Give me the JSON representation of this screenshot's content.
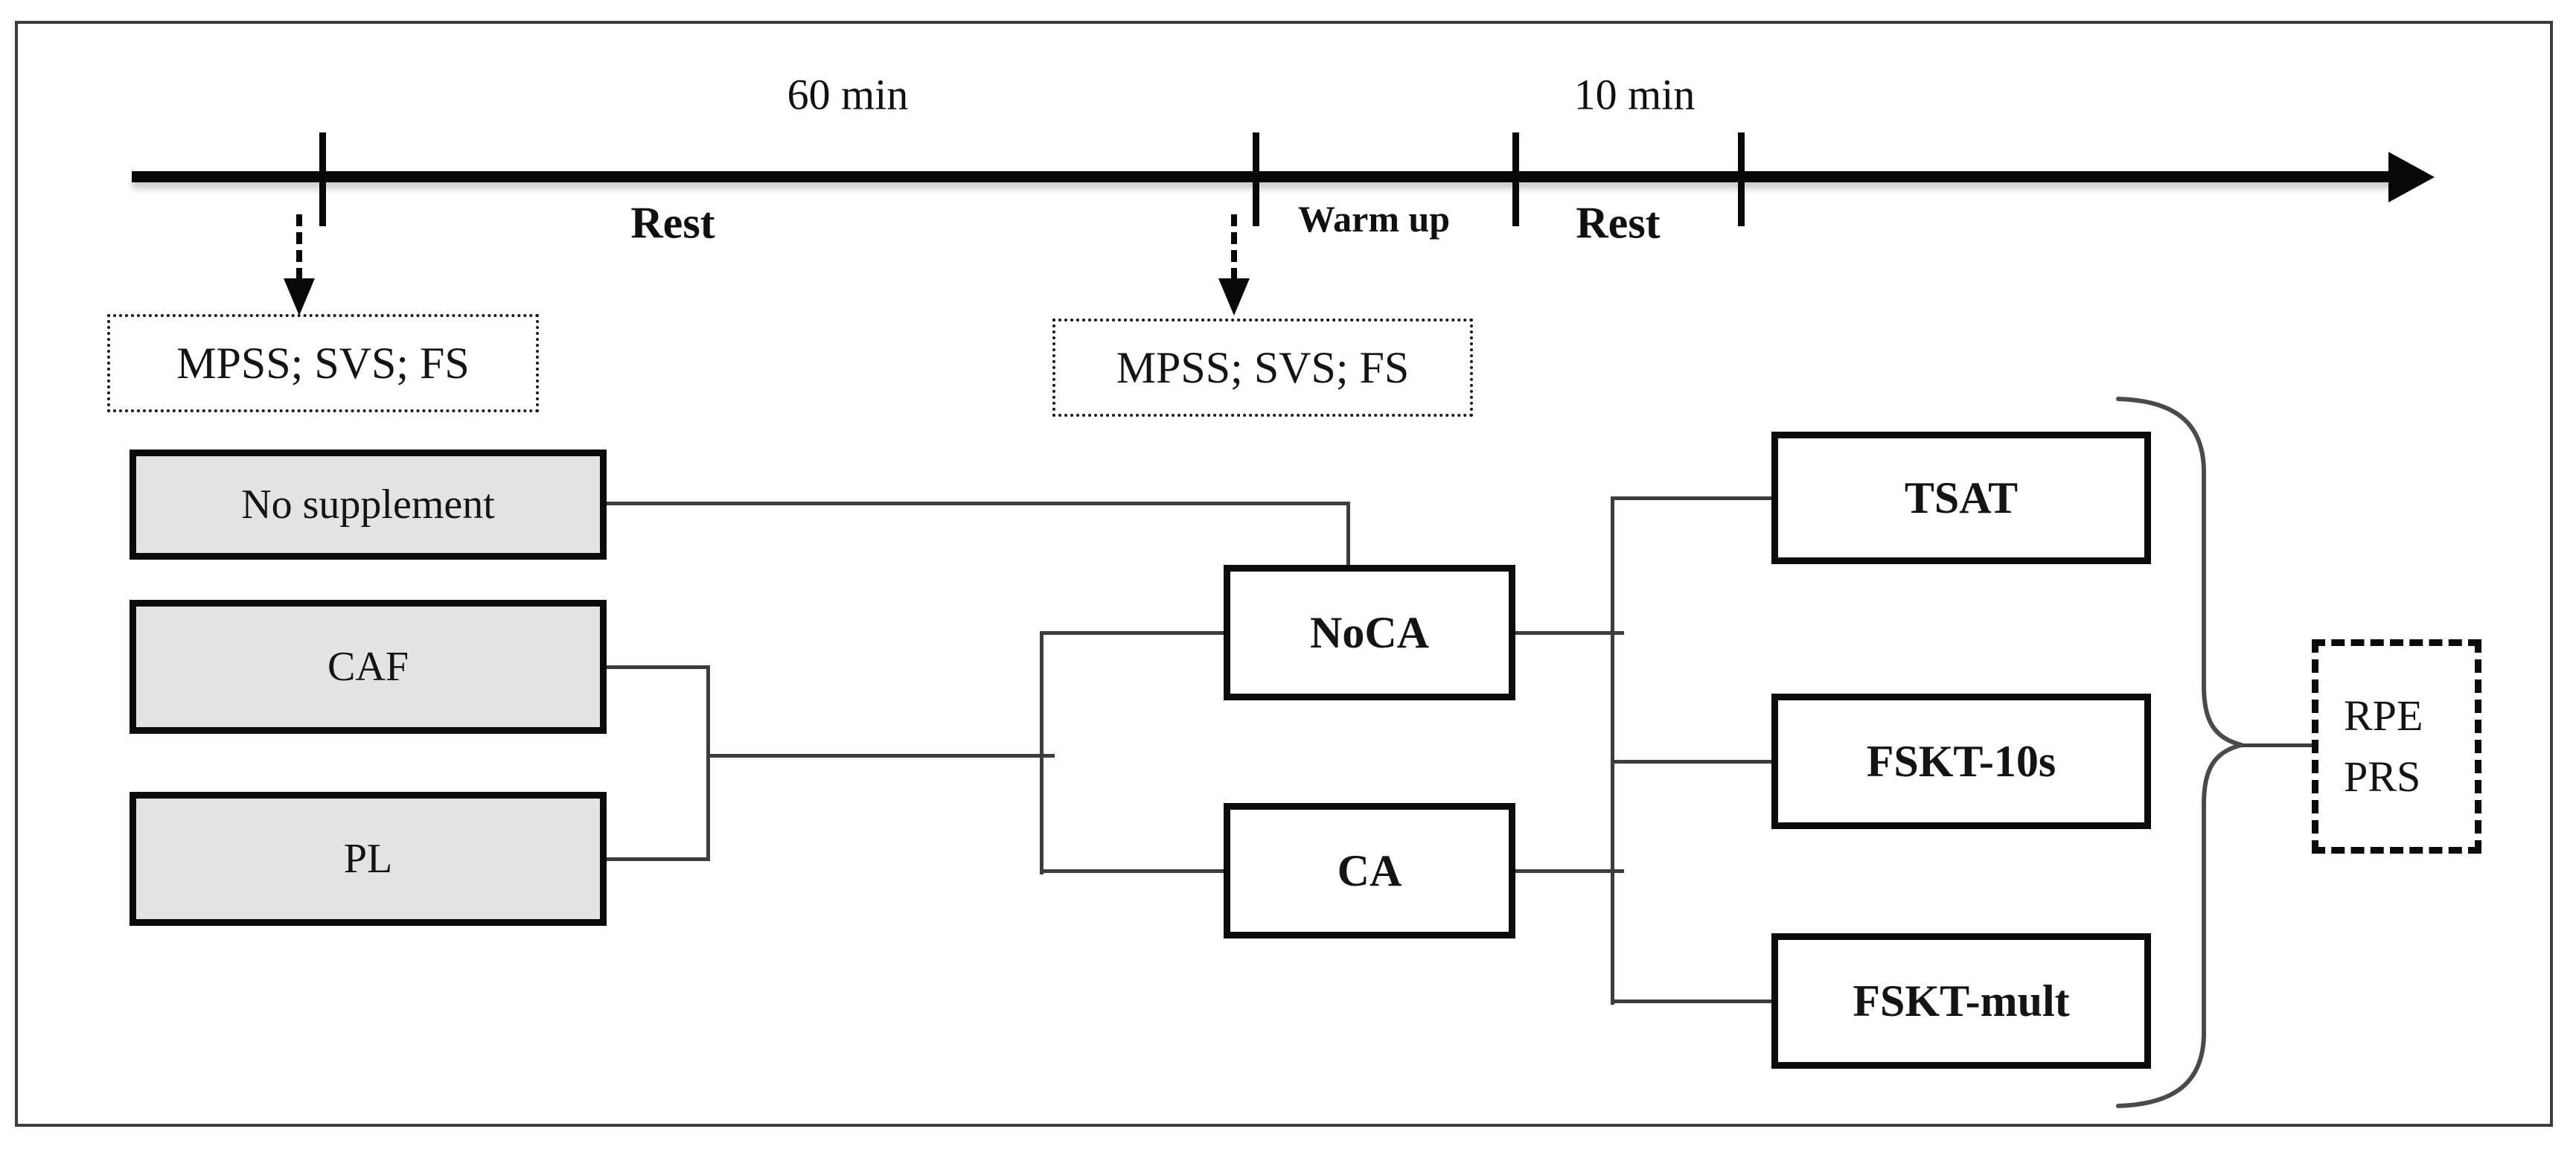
{
  "figure": {
    "timeline": {
      "interval_1_duration": "60 min",
      "interval_1_activity": "Rest",
      "interval_2_activity": "Warm up",
      "interval_3_duration": "10 min",
      "interval_3_activity": "Rest",
      "measurement_1": "MPSS; SVS; FS",
      "measurement_2": "MPSS; SVS; FS"
    },
    "supplements": {
      "no_supplement": "No supplement",
      "caf": "CAF",
      "pl": "PL"
    },
    "conditions": {
      "noca": "NoCA",
      "ca": "CA"
    },
    "tests": {
      "tsat": "TSAT",
      "fskt_10s": "FSKT-10s",
      "fskt_mult": "FSKT-mult"
    },
    "outcomes": {
      "line1": "RPE",
      "line2": "PRS"
    },
    "colors": {
      "box_fill_gray": "#e3e3e3",
      "border_black": "#0b0b0b",
      "connector_gray": "#3d3d3d"
    }
  }
}
